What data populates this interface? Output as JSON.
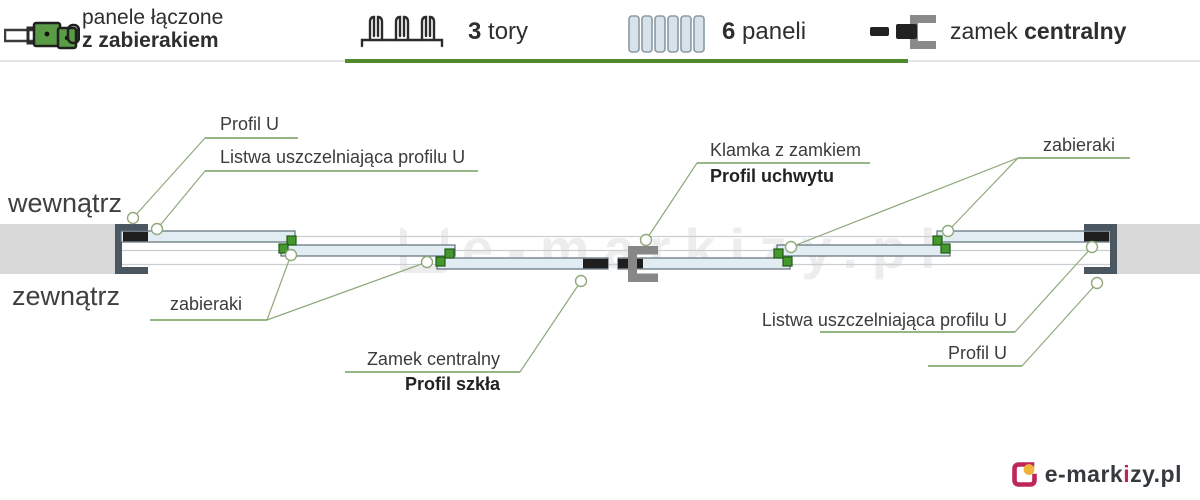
{
  "header": {
    "items": [
      {
        "icon": "joined-panels-icon",
        "label_top": "panele łączone",
        "label_bottom": "z zabierakiem"
      },
      {
        "icon": "three-tracks-icon",
        "value": "3",
        "label": "tory"
      },
      {
        "icon": "six-panels-icon",
        "value": "6",
        "label": "paneli"
      },
      {
        "icon": "central-lock-icon",
        "label_regular": "zamek",
        "label_bold": "centralny"
      }
    ],
    "accent_color": "#4f8a2e"
  },
  "diagram": {
    "side_labels": {
      "inside": "wewnątrz",
      "outside": "zewnątrz"
    },
    "labels": {
      "profil_u_left": "Profil U",
      "listwa_left": "Listwa uszczelniająca profilu U",
      "zabieraki_left": "zabieraki",
      "klamka": "Klamka z zamkiem",
      "profil_uchwytu": "Profil uchwytu",
      "zamek_centralny": "Zamek centralny",
      "profil_szkla": "Profil szkła",
      "zabieraki_right": "zabieraki",
      "listwa_right": "Listwa uszczelniająca profilu U",
      "profil_u_right": "Profil U"
    },
    "watermark": "e-markizy.pl",
    "colors": {
      "accent_green": "#4f8a2e",
      "leader_green": "#8fa97c",
      "underline_green": "#568c3a",
      "driver_green": "#44982e",
      "panel_fill": "#e2ecf3",
      "profile_slate": "#4a5761",
      "wall_gray": "#d8d8d8",
      "lock_black": "#1e1e1e",
      "handle_gray": "#878787"
    }
  },
  "footer": {
    "logo_prefix": "e-mark",
    "logo_accent": "i",
    "logo_suffix": "zy.pl",
    "logo_pink": "#be2558",
    "logo_yellow": "#f0b43c"
  }
}
